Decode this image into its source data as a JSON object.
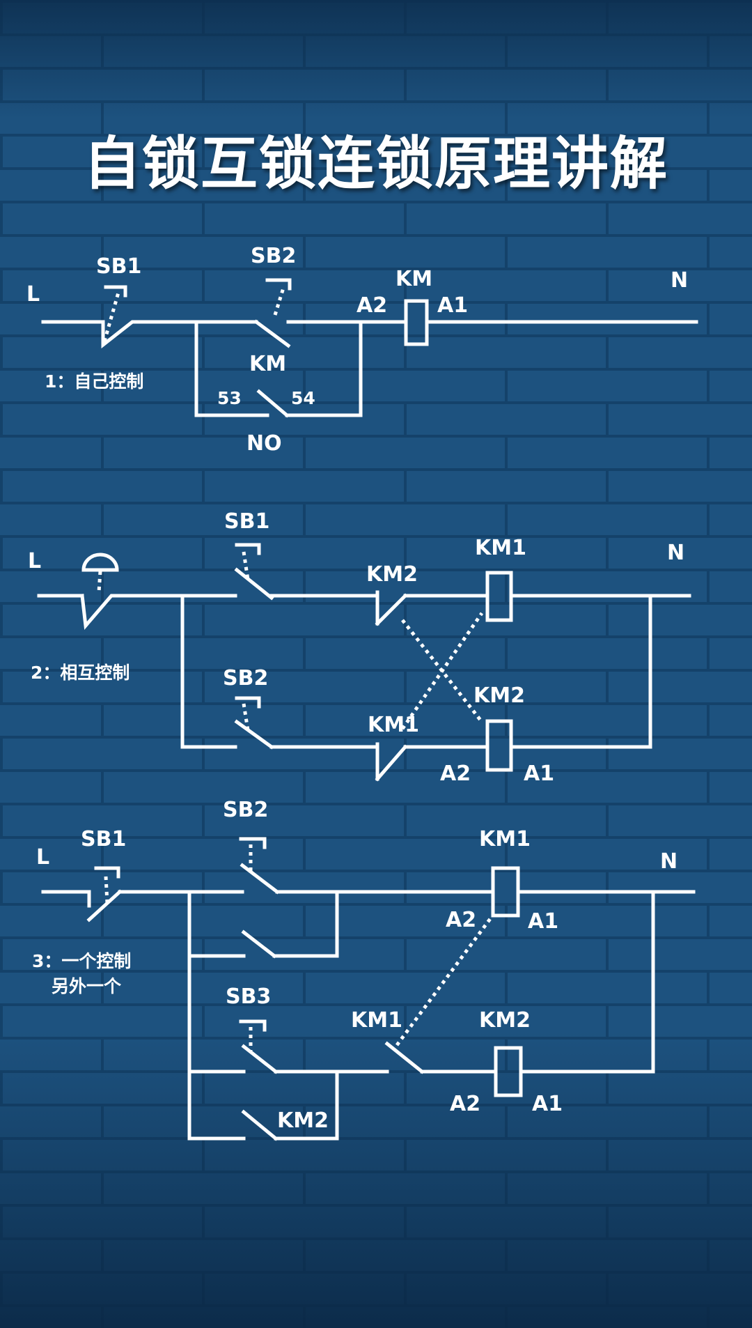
{
  "title": "自锁互锁连锁原理讲解",
  "colors": {
    "background": "#1d527f",
    "brick_mortar": "#14426a",
    "line": "#ffffff"
  },
  "circuit1": {
    "L": "L",
    "N": "N",
    "sb1": "SB1",
    "sb2": "SB2",
    "km": "KM",
    "a2": "A2",
    "a1": "A1",
    "km_aux": "KM",
    "t53": "53",
    "t54": "54",
    "no": "NO",
    "caption": "1：自己控制"
  },
  "circuit2": {
    "L": "L",
    "N": "N",
    "sb1": "SB1",
    "sb2": "SB2",
    "km1_coil": "KM1",
    "km2_coil": "KM2",
    "km2_contact": "KM2",
    "km1_contact": "KM1",
    "a2": "A2",
    "a1": "A1",
    "caption": "2：相互控制"
  },
  "circuit3": {
    "L": "L",
    "N": "N",
    "sb1": "SB1",
    "sb2": "SB2",
    "sb3": "SB3",
    "km1_coil": "KM1",
    "km2_coil": "KM2",
    "km1_contact": "KM1",
    "km2_contact": "KM2",
    "a2_top": "A2",
    "a1_top": "A1",
    "a2_bottom": "A2",
    "a1_bottom": "A1",
    "caption_line1": "3：一个控制",
    "caption_line2": "另外一个"
  }
}
